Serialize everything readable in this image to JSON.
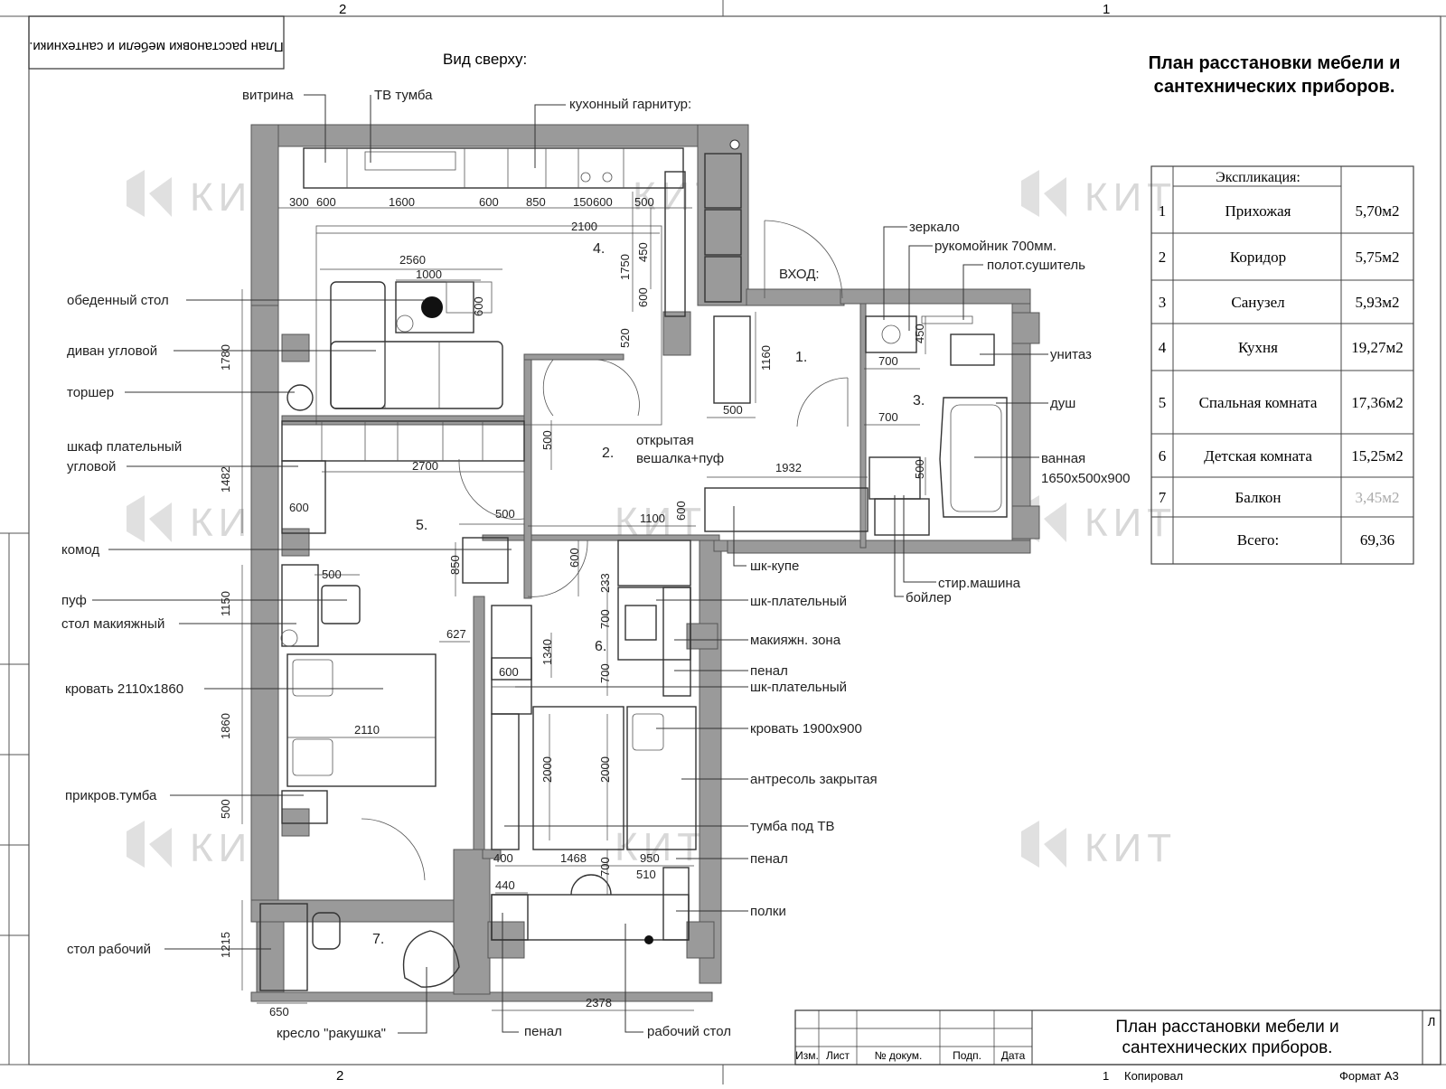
{
  "sheet": {
    "top_numbers": [
      "2",
      "1"
    ],
    "bottom_numbers": [
      "2",
      "1"
    ],
    "rotated_stamp": "План расстановки мебели и сантехники.",
    "view_label": "Вид сверху:",
    "title_line1": "План расстановки мебели и",
    "title_line2": "сантехнических приборов.",
    "watermark": "КИТ"
  },
  "explication": {
    "header": "Экспликация:",
    "rows": [
      {
        "num": "1",
        "name": "Прихожая",
        "area": "5,70м2"
      },
      {
        "num": "2",
        "name": "Коридор",
        "area": "5,75м2"
      },
      {
        "num": "3",
        "name": "Санузел",
        "area": "5,93м2"
      },
      {
        "num": "4",
        "name": "Кухня",
        "area": "19,27м2"
      },
      {
        "num": "5",
        "name": "Спальная комната",
        "area": "17,36м2"
      },
      {
        "num": "6",
        "name": "Детская комната",
        "area": "15,25м2"
      },
      {
        "num": "7",
        "name": "Балкон",
        "area": "3,45м2"
      }
    ],
    "total_label": "Всего:",
    "total_value": "69,36"
  },
  "labels": {
    "vitrina": "витрина",
    "tv_tumba": "ТВ тумба",
    "kitchen_set": "кухонный гарнитур:",
    "dining_table": "обеденный стол",
    "corner_sofa": "диван угловой",
    "torsher": "торшер",
    "wardrobe_corner_1": "шкаф плательный",
    "wardrobe_corner_2": "угловой",
    "komod": "комод",
    "puf": "пуф",
    "makeup_table": "стол макияжный",
    "bed_big": "кровать 2110х1860",
    "bedside": "прикров.тумба",
    "work_table_balcony": "стол рабочий",
    "armchair": "кресло \"ракушка\"",
    "penal_bottom": "пенал",
    "work_desk_bottom": "рабочий стол",
    "mirror": "зеркало",
    "washbasin": "рукомойник 700мм.",
    "towel_dryer": "полот.сушитель",
    "toilet": "унитаз",
    "shower": "душ",
    "bath_1": "ванная",
    "bath_2": "1650х500х900",
    "entrance": "ВХОД:",
    "hanger_1": "открытая",
    "hanger_2": "вешалка+пуф",
    "sliding_wardrobe": "шк-купе",
    "wardrobe_1": "шк-плательный",
    "washer": "стир.машина",
    "boiler": "бойлер",
    "makeup_zone": "макияжн. зона",
    "penal_1": "пенал",
    "wardrobe_2": "шк-плательный",
    "bed_small": "кровать 1900х900",
    "mezzanine": "антресоль закрытая",
    "tv_stand": "тумба под ТВ",
    "penal_2": "пенал",
    "shelves": "полки"
  },
  "rooms": [
    "1.",
    "2.",
    "3.",
    "4.",
    "5.",
    "6.",
    "7."
  ],
  "dimensions": {
    "k300": "300",
    "k600a": "600",
    "k1600": "1600",
    "k600b": "600",
    "k850": "850",
    "k150": "150",
    "k600c": "600",
    "k500": "500",
    "k2100": "2100",
    "k2560": "2560",
    "k1000": "1000",
    "k600v": "600",
    "k1750": "1750",
    "k450": "450",
    "k600w": "600",
    "k520": "520",
    "k1780": "1780",
    "k1160": "1160",
    "k500b": "500",
    "k500c": "500",
    "k2700": "2700",
    "k1482": "1482",
    "k600d": "600",
    "k500d": "500",
    "k1932": "1932",
    "k1100": "1100",
    "k600e": "600",
    "k700a": "700",
    "k450b": "450",
    "k700b": "700",
    "k500e": "500",
    "k850b": "850",
    "k500f": "500",
    "k1150": "1150",
    "k627": "627",
    "k600f": "600",
    "k233": "233",
    "k700c": "700",
    "k1340": "1340",
    "k700d": "700",
    "k600g": "600",
    "k1860": "1860",
    "k2110": "2110",
    "k2000a": "2000",
    "k2000b": "2000",
    "k500g": "500",
    "k400": "400",
    "k1468": "1468",
    "k950": "950",
    "k700e": "700",
    "k510": "510",
    "k440": "440",
    "k1215": "1215",
    "k650": "650",
    "k2378": "2378"
  },
  "stamp": {
    "title_line1": "План расстановки мебели и",
    "title_line2": "сантехнических приборов.",
    "cols": [
      "Изм.",
      "Лист",
      "№ докум.",
      "Подп.",
      "Дата"
    ],
    "sheet_letter": "Л",
    "copied": "Копировал",
    "format": "Формат А3",
    "copied_num": "1"
  }
}
